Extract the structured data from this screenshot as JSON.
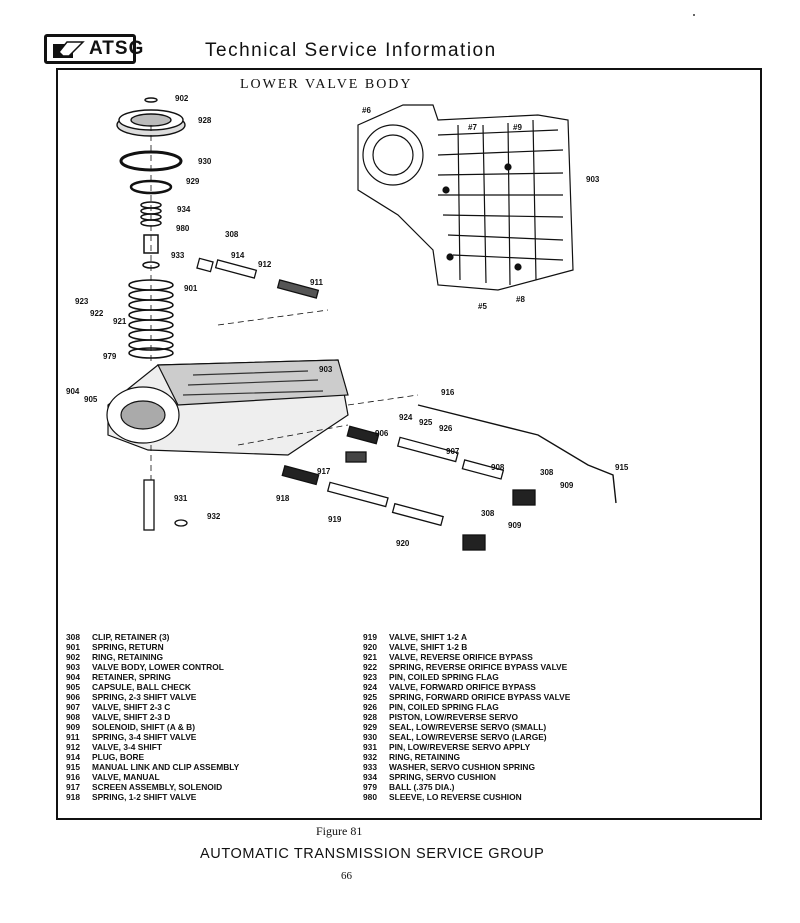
{
  "header": {
    "logo_text": "ATSG",
    "title": "Technical Service Information"
  },
  "diagram": {
    "title": "LOWER VALVE BODY",
    "callouts": {
      "c902": "902",
      "c928": "928",
      "c930": "930",
      "c929": "929",
      "c934": "934",
      "c980": "980",
      "c308a": "308",
      "c933": "933",
      "c914": "914",
      "c912": "912",
      "c911": "911",
      "c901": "901",
      "c923": "923",
      "c922": "922",
      "c921": "921",
      "c979": "979",
      "c904": "904",
      "c905": "905",
      "c903a": "903",
      "c916": "916",
      "c924": "924",
      "c925": "925",
      "c926": "926",
      "c906": "906",
      "c907": "907",
      "c917": "917",
      "c908": "908",
      "c308b": "308",
      "c909a": "909",
      "c915": "915",
      "c931": "931",
      "c932": "932",
      "c918": "918",
      "c919": "919",
      "c308c": "308",
      "c909b": "909",
      "c920": "920",
      "h6": "#6",
      "h7": "#7",
      "h9": "#9",
      "h5": "#5",
      "h8": "#8",
      "c903b": "903"
    }
  },
  "legend_left": [
    {
      "num": "308",
      "desc": "CLIP, RETAINER (3)"
    },
    {
      "num": "901",
      "desc": "SPRING, RETURN"
    },
    {
      "num": "902",
      "desc": "RING, RETAINING"
    },
    {
      "num": "903",
      "desc": "VALVE BODY, LOWER CONTROL"
    },
    {
      "num": "904",
      "desc": "RETAINER, SPRING"
    },
    {
      "num": "905",
      "desc": "CAPSULE, BALL CHECK"
    },
    {
      "num": "906",
      "desc": "SPRING, 2-3 SHIFT VALVE"
    },
    {
      "num": "907",
      "desc": "VALVE, SHIFT 2-3 C"
    },
    {
      "num": "908",
      "desc": "VALVE, SHIFT 2-3 D"
    },
    {
      "num": "909",
      "desc": "SOLENOID, SHIFT (A & B)"
    },
    {
      "num": "911",
      "desc": "SPRING, 3-4 SHIFT VALVE"
    },
    {
      "num": "912",
      "desc": "VALVE, 3-4 SHIFT"
    },
    {
      "num": "914",
      "desc": "PLUG, BORE"
    },
    {
      "num": "915",
      "desc": "MANUAL LINK AND CLIP ASSEMBLY"
    },
    {
      "num": "916",
      "desc": "VALVE, MANUAL"
    },
    {
      "num": "917",
      "desc": "SCREEN ASSEMBLY, SOLENOID"
    },
    {
      "num": "918",
      "desc": "SPRING, 1-2 SHIFT VALVE"
    }
  ],
  "legend_right": [
    {
      "num": "919",
      "desc": "VALVE, SHIFT 1-2 A"
    },
    {
      "num": "920",
      "desc": "VALVE, SHIFT 1-2 B"
    },
    {
      "num": "921",
      "desc": "VALVE, REVERSE ORIFICE BYPASS"
    },
    {
      "num": "922",
      "desc": "SPRING, REVERSE ORIFICE BYPASS VALVE"
    },
    {
      "num": "923",
      "desc": "PIN, COILED SPRING FLAG"
    },
    {
      "num": "924",
      "desc": "VALVE, FORWARD ORIFICE BYPASS"
    },
    {
      "num": "925",
      "desc": "SPRING, FORWARD ORIFICE BYPASS VALVE"
    },
    {
      "num": "926",
      "desc": "PIN, COILED SPRING FLAG"
    },
    {
      "num": "928",
      "desc": "PISTON, LOW/REVERSE SERVO"
    },
    {
      "num": "929",
      "desc": "SEAL, LOW/REVERSE SERVO (SMALL)"
    },
    {
      "num": "930",
      "desc": "SEAL, LOW/REVERSE SERVO (LARGE)"
    },
    {
      "num": "931",
      "desc": "PIN, LOW/REVERSE SERVO APPLY"
    },
    {
      "num": "932",
      "desc": "RING, RETAINING"
    },
    {
      "num": "933",
      "desc": "WASHER, SERVO CUSHION SPRING"
    },
    {
      "num": "934",
      "desc": "SPRING, SERVO CUSHION"
    },
    {
      "num": "979",
      "desc": "BALL (.375 DIA.)"
    },
    {
      "num": "980",
      "desc": "SLEEVE, LO REVERSE CUSHION"
    }
  ],
  "caption": "Figure 81",
  "footer": "AUTOMATIC TRANSMISSION SERVICE GROUP",
  "page_number": "66"
}
